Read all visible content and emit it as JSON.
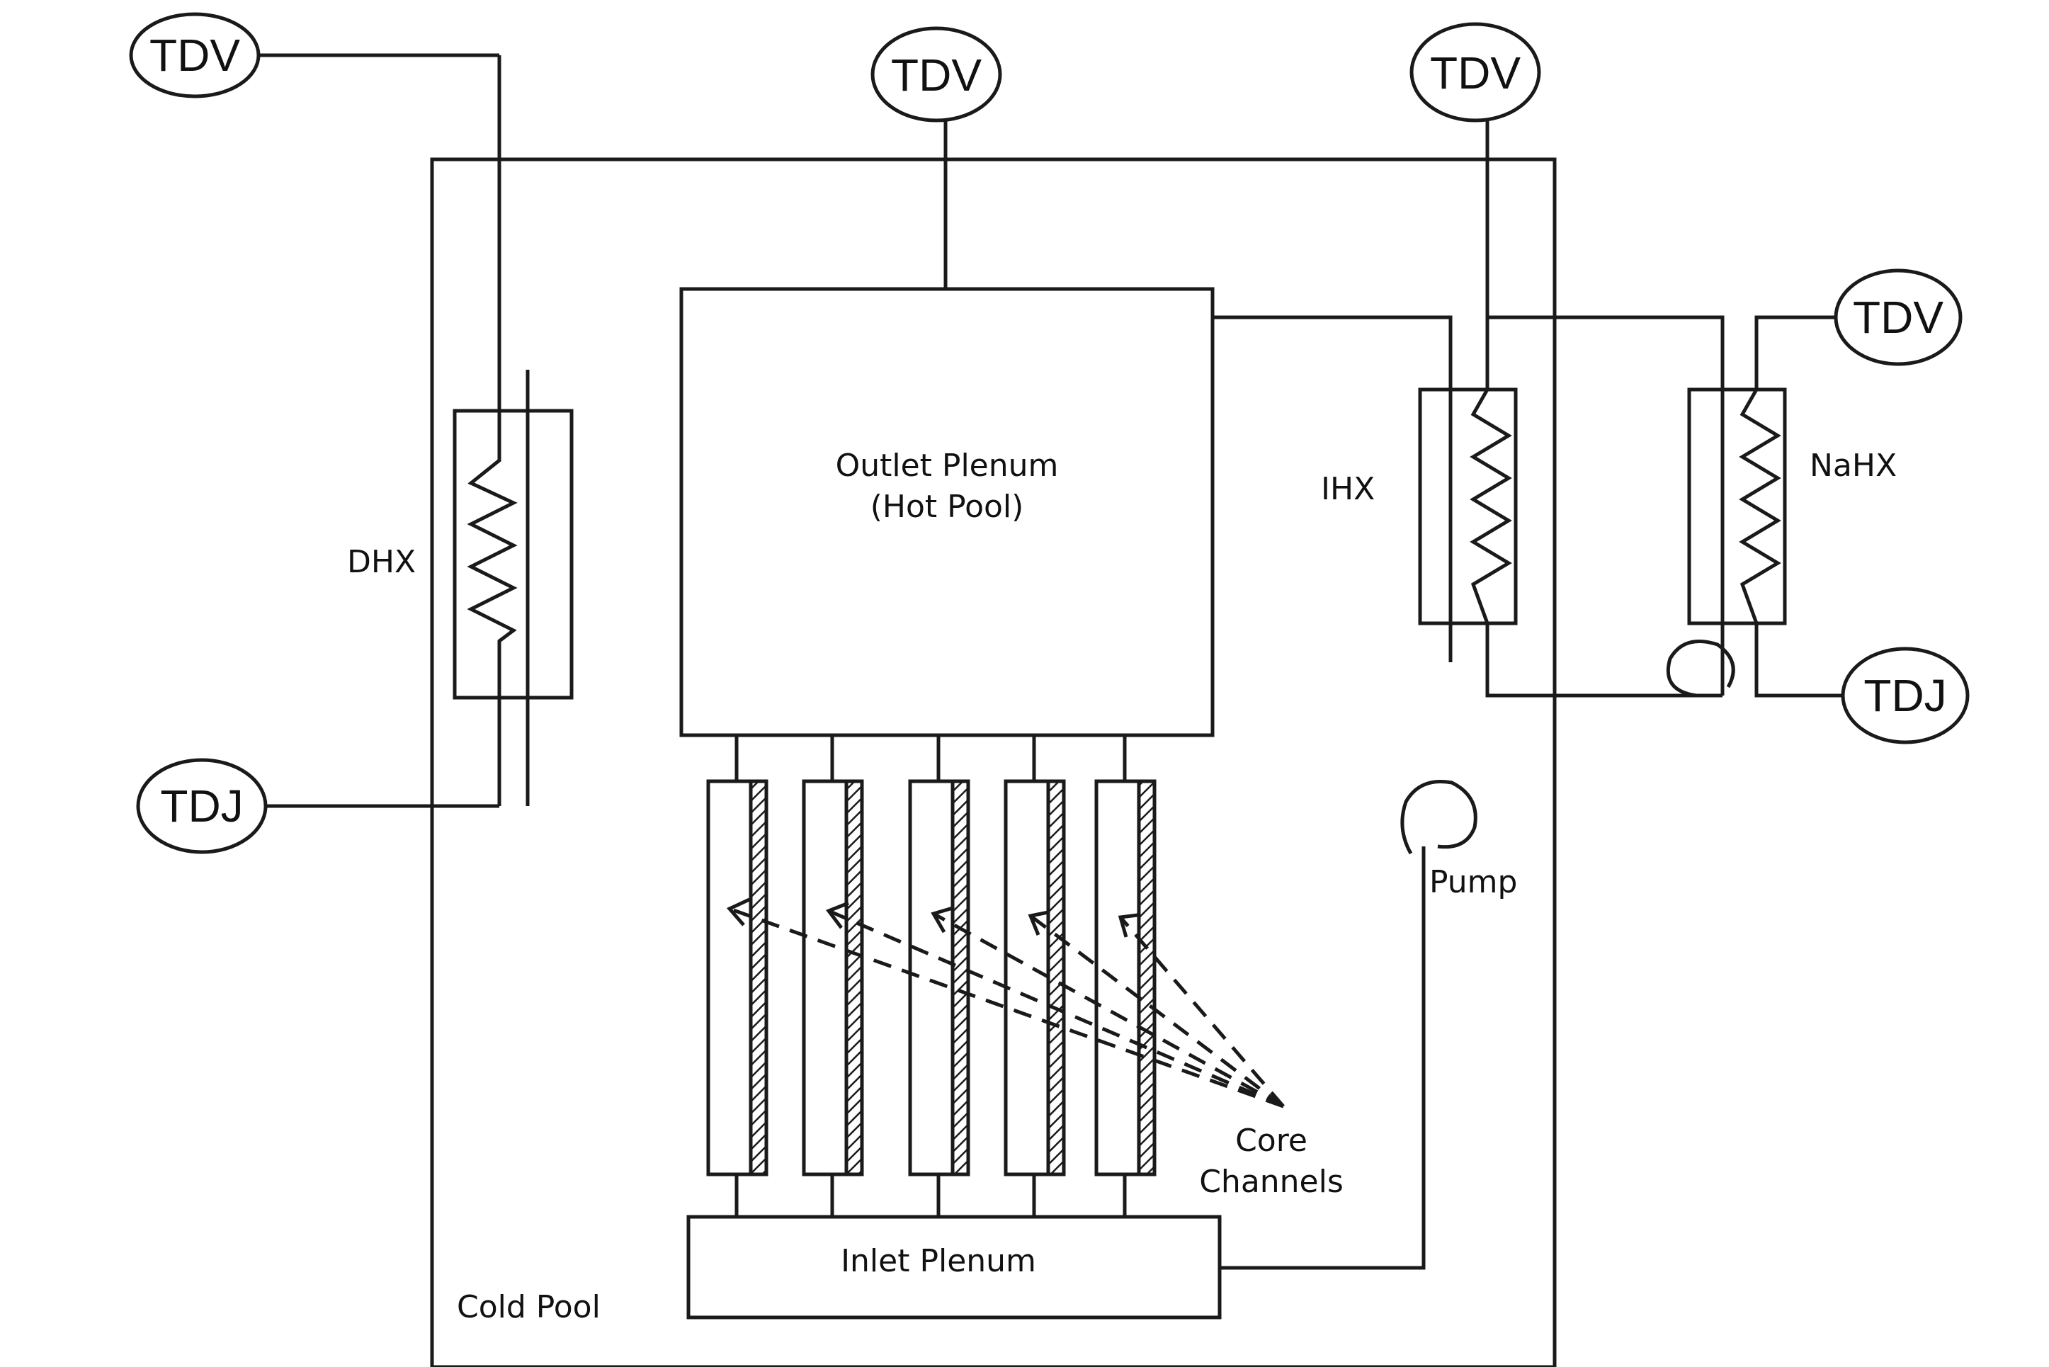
{
  "labels": {
    "outlet_plenum_line1": "Outlet Plenum",
    "outlet_plenum_line2": "(Hot Pool)",
    "inlet_plenum": "Inlet Plenum",
    "cold_pool": "Cold Pool",
    "dhx": "DHX",
    "ihx": "IHX",
    "nahx": "NaHX",
    "pump": "Pump",
    "core_channels_line1": "Core",
    "core_channels_line2": "Channels"
  },
  "nodes": {
    "tdv_dhx": "TDV",
    "tdj_dhx": "TDJ",
    "tdv_outlet": "TDV",
    "tdv_ihx": "TDV",
    "tdv_nahx": "TDV",
    "tdj_nahx": "TDJ"
  },
  "colors": {
    "line": "#1a1a1a",
    "background": "#ffffff"
  }
}
